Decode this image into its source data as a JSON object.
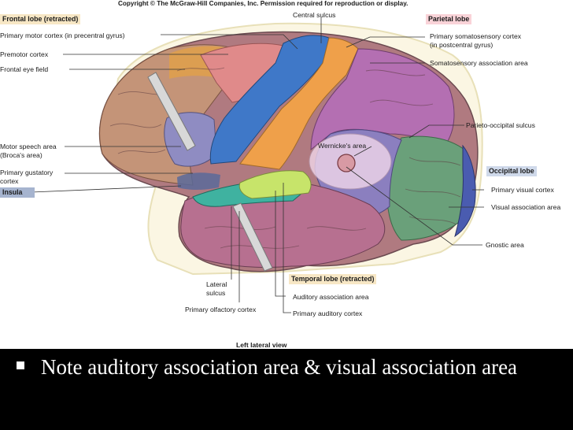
{
  "copyright": "Copyright © The McGraw-Hill Companies, Inc. Permission required for reproduction or display.",
  "lobes": {
    "frontal": "Frontal lobe (retracted)",
    "parietal": "Parietal lobe",
    "occipital": "Occipital lobe",
    "temporal": "Temporal lobe (retracted)",
    "insula": "Insula"
  },
  "labels": {
    "central_sulcus": "Central sulcus",
    "primary_motor_cortex": "Primary motor cortex (in precentral gyrus)",
    "premotor_cortex": "Premotor cortex",
    "frontal_eye_field": "Frontal eye field",
    "motor_speech_area_1": "Motor speech area",
    "motor_speech_area_2": "(Broca's area)",
    "primary_gustatory_1": "Primary gustatory",
    "primary_gustatory_2": "cortex",
    "primary_somatosensory_1": "Primary somatosensory cortex",
    "primary_somatosensory_2": "(in postcentral gyrus)",
    "somatosensory_association": "Somatosensory association area",
    "parieto_occipital_sulcus": "Parieto-occipital sulcus",
    "wernickes_area": "Wernicke's area",
    "primary_visual_cortex": "Primary visual cortex",
    "visual_association_area": "Visual association area",
    "gnostic_area": "Gnostic area",
    "lateral_sulcus_1": "Lateral",
    "lateral_sulcus_2": "sulcus",
    "primary_olfactory_cortex": "Primary olfactory cortex",
    "auditory_association_area": "Auditory association area",
    "primary_auditory_cortex": "Primary auditory cortex",
    "view": "Left lateral view"
  },
  "slide": {
    "bullet_text": "Note auditory association area & visual association area"
  },
  "colors": {
    "primary_motor": "#3f78c8",
    "premotor": "#e08a8a",
    "frontal_eye_field": "#e0a04a",
    "broca": "#8f8cc2",
    "somatosensory": "#efa04a",
    "somatosensory_association": "#b46fb2",
    "wernicke": "#f1d7ea",
    "visual_cortex": "#4a5cb0",
    "visual_association": "#6aa07a",
    "gnostic": "#8b7fbf",
    "auditory_association": "#3fb2a0",
    "primary_auditory": "#c7e46a",
    "frontal_base": "#c49478",
    "temporal_base": "#b77090",
    "slide_background": "#000000",
    "slide_text": "#ffffff"
  }
}
